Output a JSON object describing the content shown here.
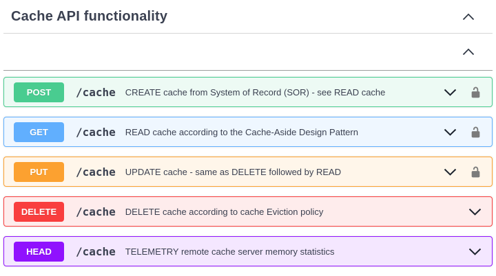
{
  "header": {
    "title": "Cache API functionality",
    "collapse_icon": "chevron-up"
  },
  "section": {
    "collapse_icon": "chevron-up"
  },
  "colors": {
    "POST": {
      "accent": "#49cc90",
      "bg": "#edfaf4"
    },
    "GET": {
      "accent": "#61affe",
      "bg": "#eff7ff"
    },
    "PUT": {
      "accent": "#fca130",
      "bg": "#fff6ea"
    },
    "DELETE": {
      "accent": "#f93e3e",
      "bg": "#feecec"
    },
    "HEAD": {
      "accent": "#9012fe",
      "bg": "#f4e7ff"
    },
    "title_text": "#3b4151",
    "chevron": "#2b3340",
    "lock_icon": "#7b7b7b"
  },
  "operations": [
    {
      "method": "POST",
      "path": "/cache",
      "description": "CREATE cache from System of Record (SOR) - see READ cache",
      "has_lock": true
    },
    {
      "method": "GET",
      "path": "/cache",
      "description": "READ cache according to the Cache-Aside Design Pattern",
      "has_lock": true
    },
    {
      "method": "PUT",
      "path": "/cache",
      "description": "UPDATE cache - same as DELETE followed by READ",
      "has_lock": true
    },
    {
      "method": "DELETE",
      "path": "/cache",
      "description": "DELETE cache according to cache Eviction policy",
      "has_lock": false
    },
    {
      "method": "HEAD",
      "path": "/cache",
      "description": "TELEMETRY remote cache server memory statistics",
      "has_lock": false
    }
  ]
}
